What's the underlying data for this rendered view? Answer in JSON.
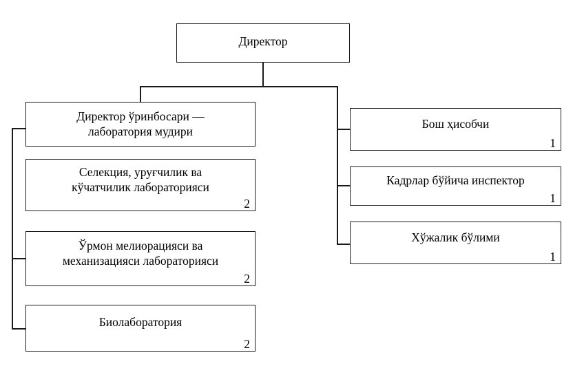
{
  "diagram": {
    "title_node": {
      "id": "director",
      "label": "Директор",
      "count": ""
    },
    "left_branch": [
      {
        "id": "deputy-director",
        "label": "Директор ўринбосари —\nлаборатория мудири",
        "count": ""
      },
      {
        "id": "selection-lab",
        "label": "Селекция, уруғчилик ва\nкўчатчилик лабораторияси",
        "count": "2"
      },
      {
        "id": "forest-melioration-lab",
        "label": "Ўрмон мелиорацияси ва\nмеханизацияси лабораторияси",
        "count": "2"
      },
      {
        "id": "biolab",
        "label": "Биолаборатория",
        "count": "2"
      }
    ],
    "right_branch": [
      {
        "id": "chief-accountant",
        "label": "Бош ҳисобчи",
        "count": "1"
      },
      {
        "id": "hr-inspector",
        "label": "Кадрлар бўйича инспектор",
        "count": "1"
      },
      {
        "id": "economic-department",
        "label": "Хўжалик бўлими",
        "count": "1"
      }
    ],
    "colors": {
      "line": "#1a1a1a",
      "text": "#000000",
      "background": "#ffffff"
    }
  }
}
